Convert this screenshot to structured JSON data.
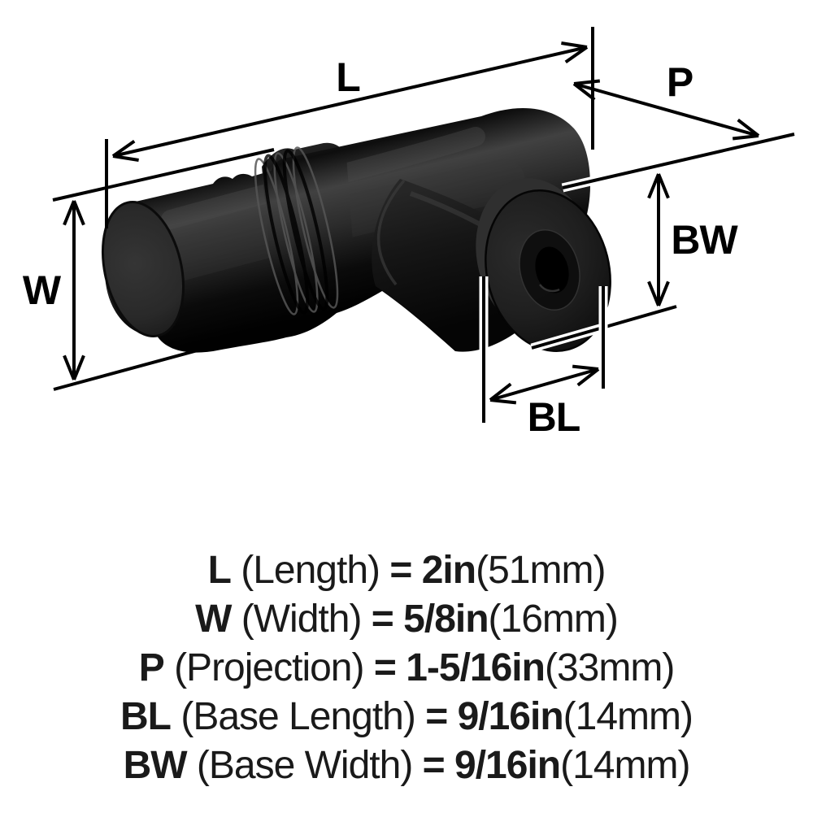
{
  "diagram": {
    "labels": {
      "l": "L",
      "w": "W",
      "p": "P",
      "bw": "BW",
      "bl": "BL"
    }
  },
  "legend": {
    "rows": [
      {
        "abbr": "L",
        "name": "(Length)",
        "eq": "=",
        "value": "2in",
        "metric": "(51mm)"
      },
      {
        "abbr": "W",
        "name": "(Width)",
        "eq": "=",
        "value": "5/8in",
        "metric": "(16mm)"
      },
      {
        "abbr": "P",
        "name": "(Projection)",
        "eq": "=",
        "value": "1-5/16in",
        "metric": "(33mm)"
      },
      {
        "abbr": "BL",
        "name": "(Base Length)",
        "eq": "=",
        "value": "9/16in",
        "metric": "(14mm)"
      },
      {
        "abbr": "BW",
        "name": "(Base Width)",
        "eq": "=",
        "value": "9/16in",
        "metric": "(14mm)"
      }
    ]
  },
  "colors": {
    "background": "#ffffff",
    "dimension_line": "#000000",
    "text": "#1a1a1a",
    "knob_dark": "#0a0a0a",
    "knob_mid": "#2e2e2e",
    "knob_highlight": "#424242"
  }
}
